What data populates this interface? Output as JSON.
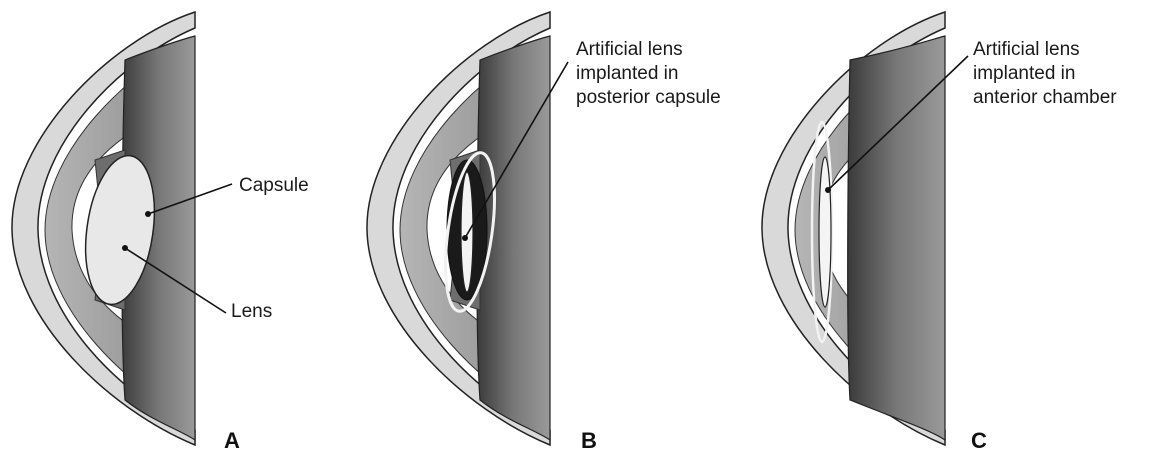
{
  "panels": [
    {
      "letter": "A",
      "labels": [
        "Capsule",
        "Lens"
      ]
    },
    {
      "letter": "B",
      "labels": [
        "Artificial lens\nimplanted in\nposterior capsule"
      ]
    },
    {
      "letter": "C",
      "labels": [
        "Artificial lens\nimplanted in\nanterior chamber"
      ]
    }
  ],
  "colors": {
    "cornea": "#c8c8c8",
    "vitreous": "#5a5a5a",
    "lens": "#e6e6e6",
    "outline": "#222222"
  }
}
